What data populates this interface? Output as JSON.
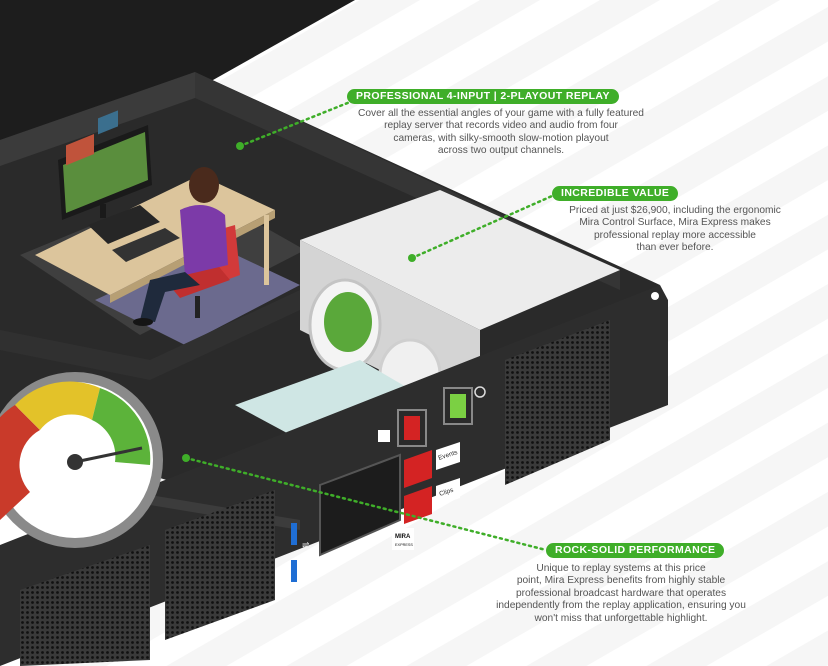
{
  "callouts": {
    "replay": {
      "title": "PROFESSIONAL 4-INPUT | 2-PLAYOUT REPLAY",
      "lines": [
        "Cover all the essential angles of your game with a fully featured",
        "replay server that records video and audio from four",
        "cameras, with silky-smooth slow-motion playout",
        "across two output channels."
      ]
    },
    "value": {
      "title": "INCREDIBLE VALUE",
      "lines": [
        "Priced at just $26,900, including the ergonomic",
        "Mira Control Surface, Mira Express makes",
        "professional replay more accessible",
        "than ever before."
      ]
    },
    "performance": {
      "title": "ROCK-SOLID PERFORMANCE",
      "lines": [
        "Unique to replay systems at this price",
        "point, Mira Express benefits from highly stable",
        "professional broadcast hardware that operates",
        "independently from the replay application, ensuring you",
        "won't miss that unforgettable highlight."
      ]
    }
  },
  "device": {
    "button_events": "Events",
    "button_clips": "Clips",
    "brand_logo": "MIRA",
    "brand_sub": "EXPRESS"
  },
  "icons": {
    "usb": "usb-icon",
    "power": "power-icon",
    "gauge": "speedometer-gauge-icon"
  },
  "colors": {
    "accent_green": "#3fae29",
    "chassis_dark": "#2b2b2b",
    "text_gray": "#555555",
    "led_red": "#d42323",
    "power_green": "#7bd043"
  }
}
